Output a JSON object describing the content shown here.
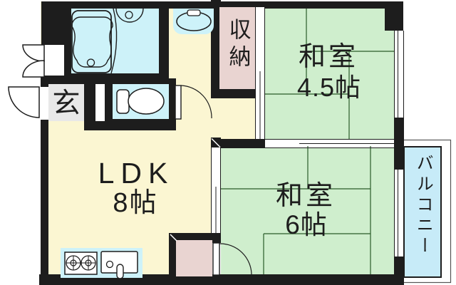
{
  "floorplan": {
    "rooms": {
      "ldk": {
        "name": "LDK",
        "size": "8帖"
      },
      "washitsu_45": {
        "name": "和室",
        "size": "4.5帖"
      },
      "washitsu_6": {
        "name": "和室",
        "size": "6帖"
      },
      "storage": {
        "label": "収納"
      },
      "entrance": {
        "label": "玄"
      },
      "balcony": {
        "label": "バルコニー"
      }
    },
    "fixtures": [
      "bathtub",
      "bathroom-sink",
      "washbasin",
      "toilet",
      "gas-stove",
      "kitchen-sink",
      "entrance-door",
      "meter-box-doors",
      "toilet-door",
      "closet-door",
      "sliding-doors",
      "windows"
    ],
    "colors": {
      "wall": "#1d1d1d",
      "ldk_floor": "#fbf6d2",
      "tatami_floor": "#cfeecd",
      "tatami_line": "#2a5c2a",
      "storage_floor": "#e9d4d1",
      "water": "#cdf2f9",
      "balcony_floor": "#c7ebf8",
      "entrance_floor": "#e8e8e8",
      "ink": "#1d1d1d"
    }
  }
}
